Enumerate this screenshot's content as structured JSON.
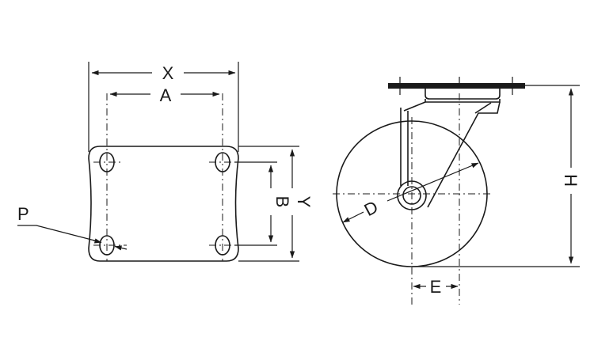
{
  "diagram": {
    "labels": {
      "x": "X",
      "a": "A",
      "b": "B",
      "y": "Y",
      "p": "P",
      "d": "D",
      "e": "E",
      "h": "H"
    }
  }
}
